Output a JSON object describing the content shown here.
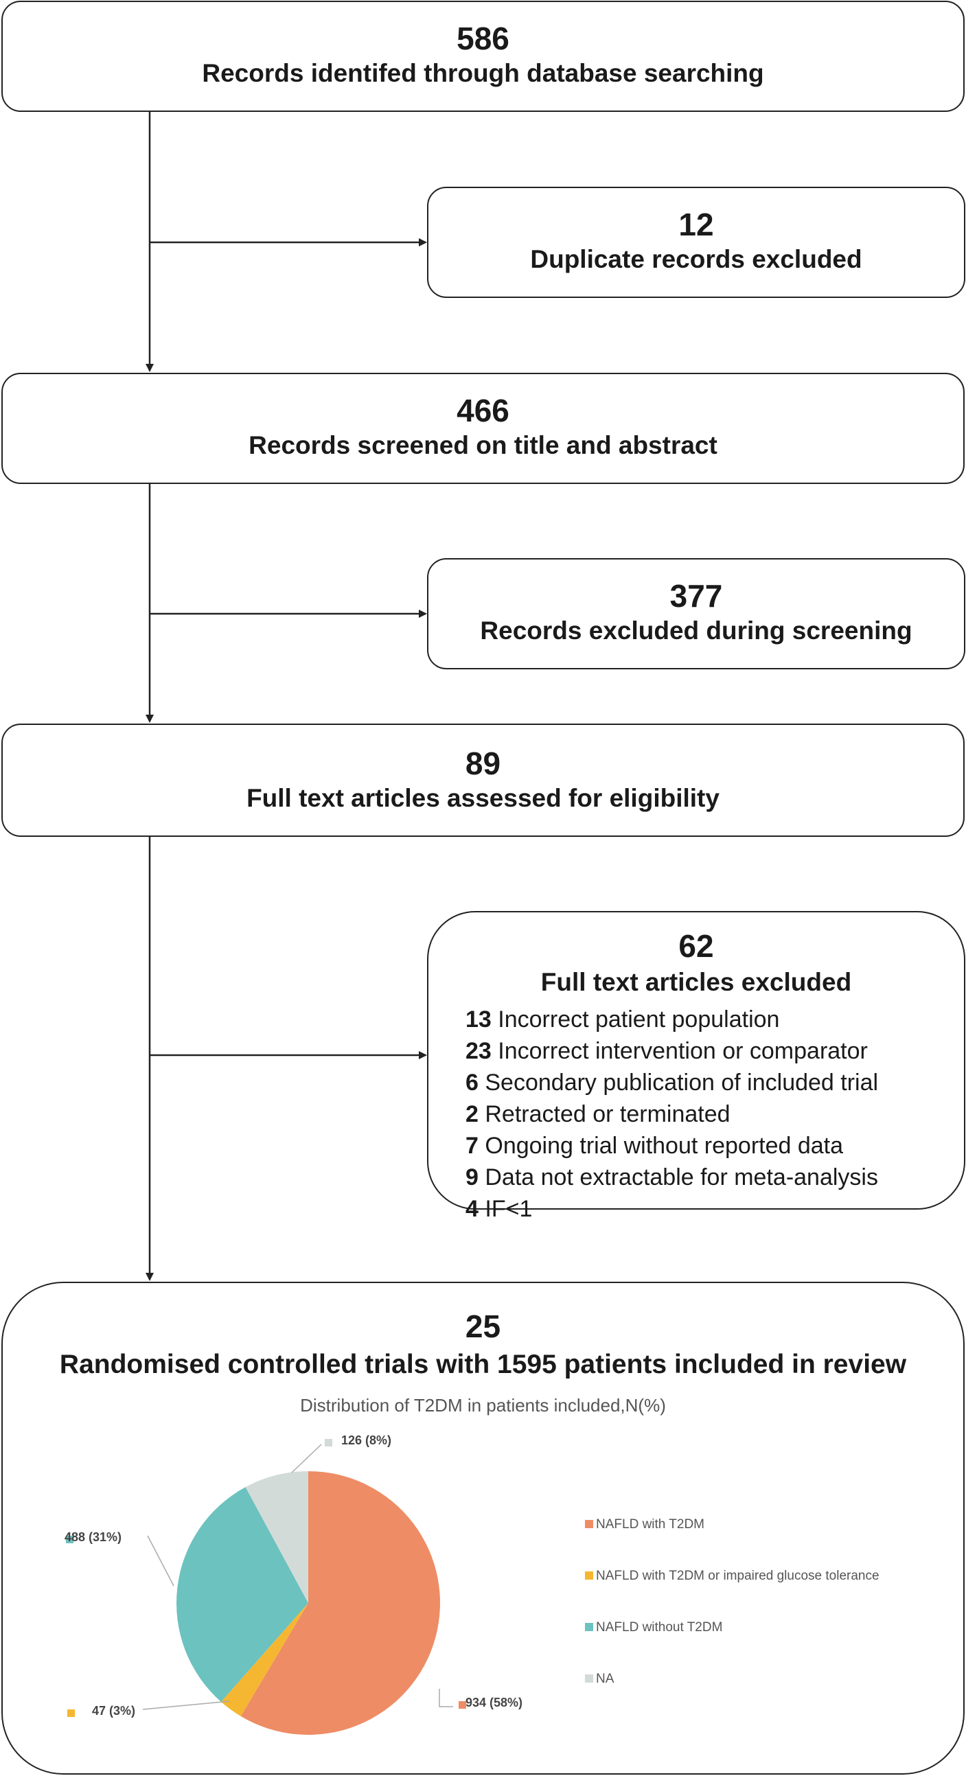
{
  "boxes": {
    "identified": {
      "count": "586",
      "label": "Records identifed through database searching"
    },
    "duplicates": {
      "count": "12",
      "label": "Duplicate records excluded"
    },
    "screened": {
      "count": "466",
      "label": "Records screened on title and abstract"
    },
    "excluded_screening": {
      "count": "377",
      "label": "Records excluded during screening"
    },
    "fulltext": {
      "count": "89",
      "label": "Full text articles assessed for eligibility"
    },
    "fulltext_excluded": {
      "count": "62",
      "label": "Full text articles excluded",
      "reasons": [
        {
          "n": "13",
          "text": "Incorrect patient population"
        },
        {
          "n": "23",
          "text": "Incorrect intervention or comparator"
        },
        {
          "n": "6",
          "text": "Secondary publication of included trial"
        },
        {
          "n": "2",
          "text": "Retracted or terminated"
        },
        {
          "n": "7",
          "text": "Ongoing trial without reported data"
        },
        {
          "n": "9",
          "text": "Data not extractable for meta-analysis"
        },
        {
          "n": "4",
          "text": "IF<1"
        }
      ]
    },
    "included": {
      "count": "25",
      "label": "Randomised controlled trials with 1595 patients included in review"
    }
  },
  "chart_data": {
    "type": "pie",
    "title": "Distribution of T2DM in patients included,N(%)",
    "slices": [
      {
        "name": "NAFLD with T2DM",
        "value": 934,
        "label": "934 (58%)",
        "color": "#EE8C65"
      },
      {
        "name": "NAFLD with T2DM or impaired glucose tolerance",
        "value": 47,
        "label": "47 (3%)",
        "color": "#F5B731"
      },
      {
        "name": "NAFLD without T2DM",
        "value": 488,
        "label": "488 (31%)",
        "color": "#6CC2BF"
      },
      {
        "name": "NA",
        "value": 126,
        "label": "126 (8%)",
        "color": "#D3DBD8"
      }
    ],
    "legend_position": "right"
  }
}
